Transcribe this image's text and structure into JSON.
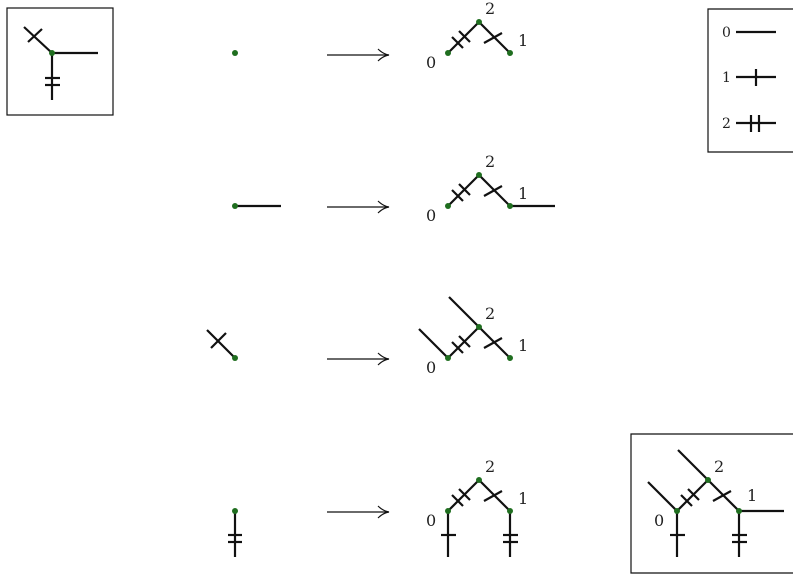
{
  "colors": {
    "vertex": "#1f6e1f",
    "ink": "#111111"
  },
  "legend": [
    {
      "label": "0"
    },
    {
      "label": "1"
    },
    {
      "label": "2"
    }
  ],
  "rows": [
    {
      "labels": {
        "left": "0",
        "top": "2",
        "right": "1"
      }
    },
    {
      "labels": {
        "left": "0",
        "top": "2",
        "right": "1"
      }
    },
    {
      "labels": {
        "left": "0",
        "top": "2",
        "right": "1"
      }
    },
    {
      "labels": {
        "left": "0",
        "top": "2",
        "right": "1"
      }
    }
  ],
  "result_box": {
    "labels": {
      "left": "0",
      "top": "2",
      "right": "1"
    }
  }
}
